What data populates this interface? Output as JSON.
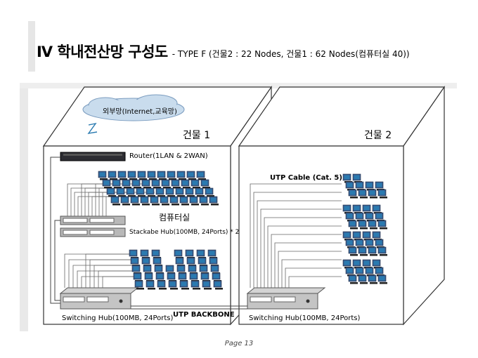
{
  "title": {
    "main": "Ⅳ 학내전산망 구성도",
    "sub": "- TYPE  F (건물2 : 22 Nodes, 건물1 : 62 Nodes(컴퓨터실 40))"
  },
  "cloud_label": "외부망(Internet,교육망)",
  "building1": {
    "label": "건물 1"
  },
  "building2": {
    "label": "건물 2"
  },
  "router_label": "Router(1LAN & 2WAN)",
  "lab_label": "컴퓨터실",
  "stackable_label": "Stackabe Hub(100MB, 24Ports) * 2",
  "utp_cable_label": "UTP Cable (Cat. 5)",
  "utp_backbone_label": "UTP BACKBONE",
  "switch1_label": "Switching Hub(100MB, 24Ports)",
  "switch2_label": "Switching Hub(100MB, 24Ports)",
  "page_label": "Page 13",
  "colors": {
    "monitor": "#3a5a8a",
    "screen": "#2a7ab0",
    "hub": "#b8b8b8",
    "cloud": "#c9dced"
  }
}
